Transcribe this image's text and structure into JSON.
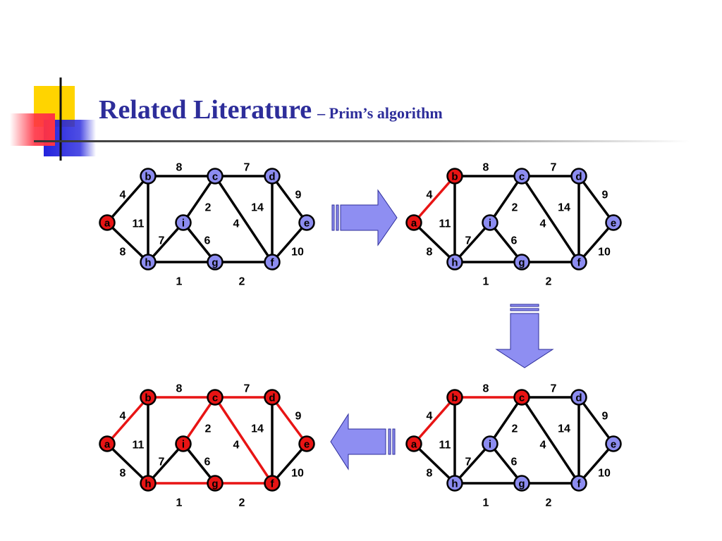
{
  "slide": {
    "title_main": "Related Literature",
    "title_sub": "– Prim’s algorithm"
  },
  "colors": {
    "title": "#2d2d9a",
    "node_default": "#8c8cf0",
    "node_selected": "#e81414",
    "edge_default": "#000000",
    "edge_selected": "#e81414",
    "arrow_fill": "#8e8ef2",
    "deco_yellow": "#ffd400",
    "deco_blue": "#2222dd",
    "deco_red": "#ff3344"
  },
  "graph": {
    "nodes": [
      "a",
      "b",
      "c",
      "d",
      "e",
      "f",
      "g",
      "h",
      "i"
    ],
    "edges": [
      {
        "id": "a-b",
        "u": "a",
        "v": "b",
        "w": "4"
      },
      {
        "id": "a-h",
        "u": "a",
        "v": "h",
        "w": "8"
      },
      {
        "id": "b-c",
        "u": "b",
        "v": "c",
        "w": "8"
      },
      {
        "id": "b-h",
        "u": "b",
        "v": "h",
        "w": "11"
      },
      {
        "id": "c-d",
        "u": "c",
        "v": "d",
        "w": "7"
      },
      {
        "id": "c-i",
        "u": "c",
        "v": "i",
        "w": "2"
      },
      {
        "id": "c-f",
        "u": "c",
        "v": "f",
        "w": "4"
      },
      {
        "id": "d-e",
        "u": "d",
        "v": "e",
        "w": "9"
      },
      {
        "id": "d-f",
        "u": "d",
        "v": "f",
        "w": "14"
      },
      {
        "id": "e-f",
        "u": "e",
        "v": "f",
        "w": "10"
      },
      {
        "id": "f-g",
        "u": "f",
        "v": "g",
        "w": "2"
      },
      {
        "id": "g-h",
        "u": "g",
        "v": "h",
        "w": "1"
      },
      {
        "id": "h-i",
        "u": "h",
        "v": "i",
        "w": "7"
      },
      {
        "id": "i-g",
        "u": "i",
        "v": "g",
        "w": "6"
      }
    ]
  },
  "steps": [
    {
      "name": "step-1",
      "selected_nodes": [
        "a"
      ],
      "selected_edges": []
    },
    {
      "name": "step-2",
      "selected_nodes": [
        "a",
        "b"
      ],
      "selected_edges": [
        "a-b"
      ]
    },
    {
      "name": "step-3",
      "selected_nodes": [
        "a",
        "b",
        "c"
      ],
      "selected_edges": [
        "a-b",
        "b-c"
      ]
    },
    {
      "name": "step-final",
      "selected_nodes": [
        "a",
        "b",
        "c",
        "d",
        "e",
        "f",
        "g",
        "h",
        "i"
      ],
      "selected_edges": [
        "a-b",
        "b-c",
        "c-d",
        "c-i",
        "c-f",
        "d-e",
        "f-g",
        "g-h"
      ]
    }
  ],
  "arrows": [
    {
      "name": "arrow-right",
      "direction": "right"
    },
    {
      "name": "arrow-down",
      "direction": "down"
    },
    {
      "name": "arrow-left",
      "direction": "left"
    }
  ]
}
